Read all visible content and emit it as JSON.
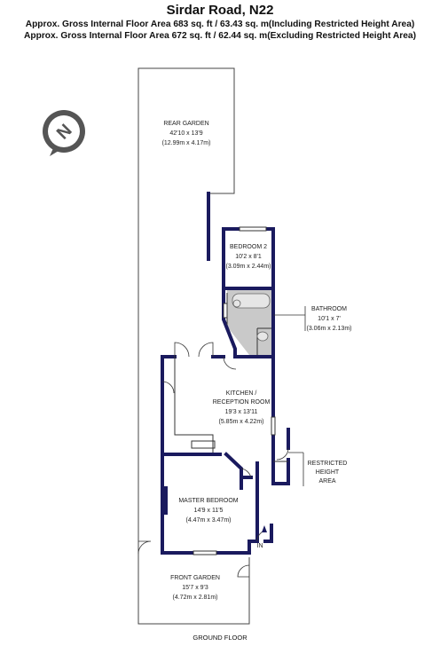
{
  "header": {
    "title": "Sirdar Road, N22",
    "area_incl": "Approx. Gross Internal Floor Area 683 sq. ft / 63.43 sq. m(Including Restricted Height Area)",
    "area_excl": "Approx. Gross Internal Floor Area 672 sq. ft / 62.44 sq. m(Excluding Restricted Height Area)"
  },
  "rooms": {
    "rear_garden": {
      "name": "REAR GARDEN",
      "dim_imperial": "42'10 x 13'9",
      "dim_metric": "(12.99m x 4.17m)"
    },
    "bedroom2": {
      "name": "BEDROOM 2",
      "dim_imperial": "10'2 x 8'1",
      "dim_metric": "(3.09m x 2.44m)"
    },
    "bathroom": {
      "name": "BATHROOM",
      "dim_imperial": "10'1 x 7'",
      "dim_metric": "(3.06m x 2.13m)"
    },
    "kitchen": {
      "name_line1": "KITCHEN /",
      "name_line2": "RECEPTION ROOM",
      "dim_imperial": "19'3 x 13'11",
      "dim_metric": "(5.85m x 4.22m)"
    },
    "restricted": {
      "line1": "RESTRICTED",
      "line2": "HEIGHT",
      "line3": "AREA"
    },
    "master": {
      "name": "MASTER BEDROOM",
      "dim_imperial": "14'9 x 11'5",
      "dim_metric": "(4.47m x 3.47m)"
    },
    "front_garden": {
      "name": "FRONT GARDEN",
      "dim_imperial": "15'7 x 9'3",
      "dim_metric": "(4.72m x 2.81m)"
    }
  },
  "entrance_label": "IN",
  "floor_label": "GROUND FLOOR",
  "compass": {
    "icon": "north-compass-icon",
    "letter": "N"
  },
  "colors": {
    "wall": "#1a1a5e",
    "bathroom_fill": "#c9c9c9",
    "line": "#333333"
  }
}
